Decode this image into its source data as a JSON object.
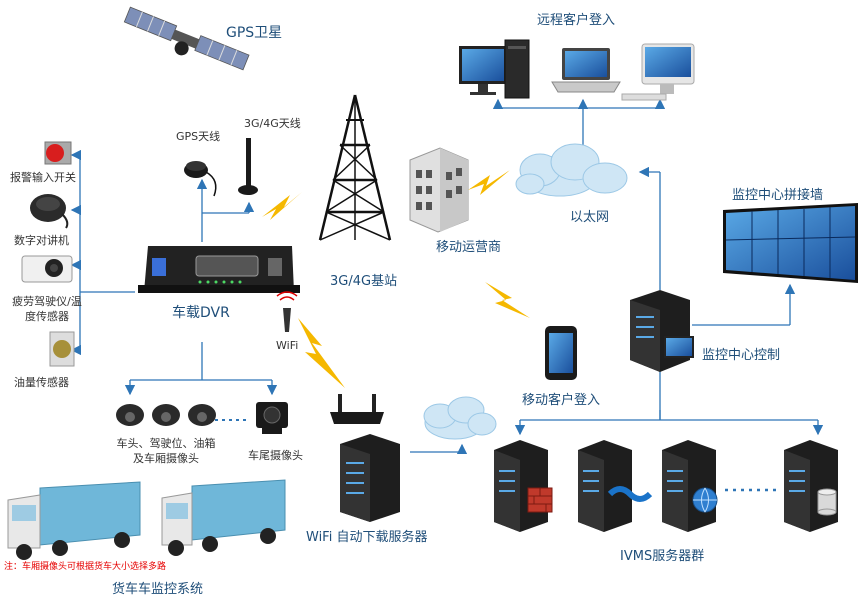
{
  "labels": {
    "gps_satellite": "GPS卫星",
    "remote_client_login": "远程客户登入",
    "gps_antenna": "GPS天线",
    "g34_antenna": "3G/4G天线",
    "alarm_switch": "报警输入开关",
    "digital_intercom": "数字对讲机",
    "fatigue_sensor": "疲劳驾驶仪/温度传感器",
    "fuel_sensor": "油量传感器",
    "vehicle_dvr": "车载DVR",
    "base_station": "3G/4G基站",
    "mobile_operator": "移动运营商",
    "ethernet": "以太网",
    "monitor_wall": "监控中心拼接墙",
    "monitor_control": "监控中心控制",
    "mobile_client_login": "移动客户登入",
    "wifi": "WiFi",
    "front_cameras": "车头、驾驶位、油箱及车厢摄像头",
    "rear_camera": "车尾摄像头",
    "wifi_download_server": "WiFi 自动下载服务器",
    "ivms_servers": "IVMS服务器群",
    "note": "注：车厢摄像头可根据货车大小选择多路",
    "system_title": "货车车监控系统"
  },
  "colors": {
    "line": "#2e75b6",
    "label": "#1f4e79",
    "bolt": "#f5b800",
    "note": "#e60000",
    "cloud": "#cfe6f5",
    "truck": "#6fb7d9"
  }
}
